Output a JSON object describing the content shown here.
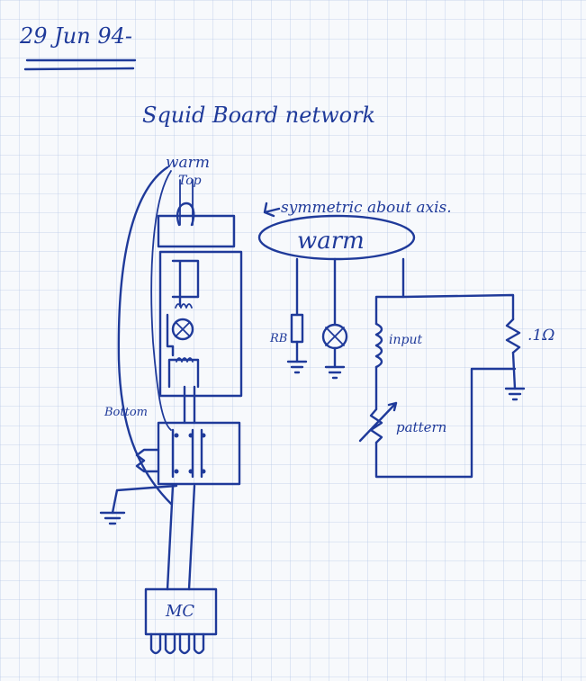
{
  "notes": {
    "date": "29 Jun 94-",
    "title": "Squid Board network",
    "warm_label": "warm",
    "top_label": "Top",
    "bottom_label": "Bottom",
    "mc_label": "MC",
    "symmetric_note": "symmetric about axis.",
    "warm_box_label": "warm",
    "rb_label": "RB",
    "input_label": "input",
    "pattern_label": "pattern",
    "resistor_label": ".1Ω"
  },
  "colors": {
    "ink": "#1f3a9a",
    "grid": "#b9c9e8",
    "paper": "#f7f9fc"
  }
}
